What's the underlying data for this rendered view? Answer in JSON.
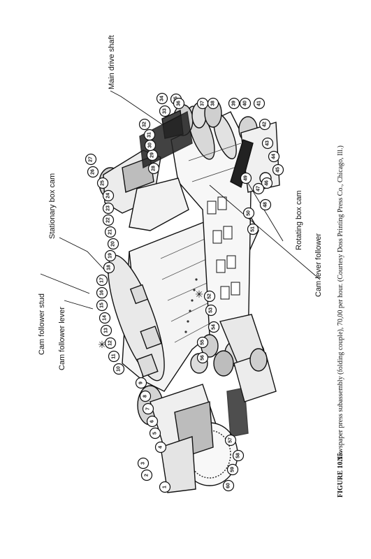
{
  "caption": {
    "figure_label": "FIGURE 10.15.",
    "text": "Newspaper press subassembly (folding couple), 70,00 per hour. (Courtesy Doss Printing Press Co., Chicago, Ill.)"
  },
  "labels": {
    "main_drive_shaft": "Main drive shaft",
    "stationary_box_cam": "Stationary box cam",
    "cam_follower_stud": "Cam follower stud",
    "cam_follower_lever": "Cam follower lever",
    "cam_lever_follower": "Cam lever follower",
    "rotating_box_cam": "Rotating box cam"
  },
  "markers": {
    "asterisk": "✳"
  },
  "part_numbers": [
    "1",
    "2",
    "3",
    "4",
    "5",
    "6",
    "7",
    "8",
    "9",
    "10",
    "11",
    "12",
    "13",
    "14",
    "15",
    "16",
    "17",
    "18",
    "19",
    "20",
    "21",
    "22",
    "23",
    "24",
    "25",
    "26",
    "27",
    "28",
    "29",
    "30",
    "31",
    "32",
    "33",
    "34",
    "35",
    "36",
    "37",
    "38",
    "39",
    "40",
    "41",
    "42",
    "43",
    "44",
    "45",
    "46",
    "47",
    "48",
    "49",
    "50",
    "51",
    "52",
    "53",
    "54",
    "55",
    "56",
    "57",
    "58",
    "59",
    "60"
  ]
}
